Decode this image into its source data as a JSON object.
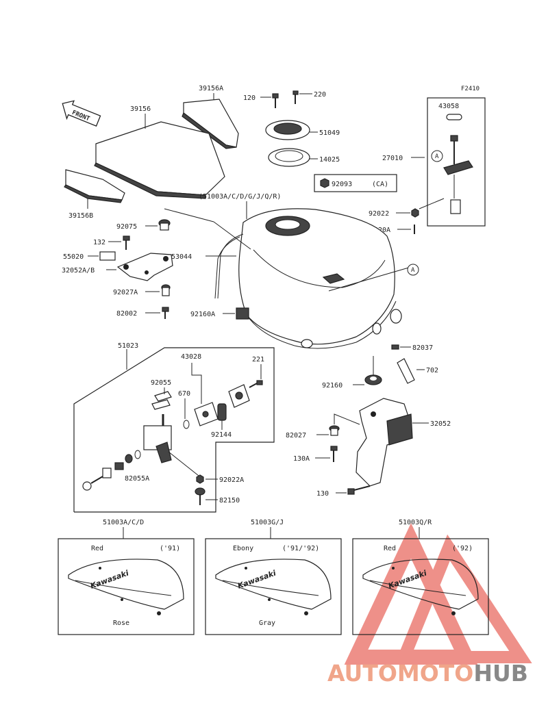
{
  "diagram_code": "F2410",
  "front_arrow": "FRONT",
  "labels": {
    "p39156A": "39156A",
    "p39156": "39156",
    "p39156B": "39156B",
    "p120": "120",
    "p220": "220",
    "p51049": "51049",
    "p14025": "14025",
    "p43058": "43058",
    "p27010": "27010",
    "callout_a": "A",
    "p92093": "92093",
    "ca": "(CA)",
    "p92022": "92022",
    "p220A": "220A",
    "assembly": "(51003A/C/D/G/J/Q/R)",
    "p92075": "92075",
    "p132": "132",
    "p55020": "55020",
    "p32052A": "32052A/B",
    "p53044": "53044",
    "p92027A": "92027A",
    "p82002": "82002",
    "p92160A": "92160A",
    "p82037": "82037",
    "p51023": "51023",
    "p43028": "43028",
    "p221": "221",
    "p92055": "92055",
    "p670": "670",
    "p92144": "92144",
    "p82055A": "82055A",
    "p92022A": "92022A",
    "p82150": "82150",
    "p702": "702",
    "p92160": "92160",
    "p32052": "32052",
    "p82027": "82027",
    "p130A": "130A",
    "p130": "130"
  },
  "variants": [
    {
      "code": "51003A/C/D",
      "top_color": "Red",
      "years": "('91)",
      "bottom_color": "Rose",
      "brand": "Kawasaki"
    },
    {
      "code": "51003G/J",
      "top_color": "Ebony",
      "years": "('91/'92)",
      "bottom_color": "Gray",
      "brand": "Kawasaki"
    },
    {
      "code": "51003Q/R",
      "top_color": "Red",
      "years": "('92)",
      "bottom_color": "",
      "brand": "Kawasaki"
    }
  ],
  "watermark": {
    "part1": "AUTOMOTO",
    "part2": "HUB",
    "color1": "#f4a09a",
    "color2": "#8a8a8a"
  }
}
